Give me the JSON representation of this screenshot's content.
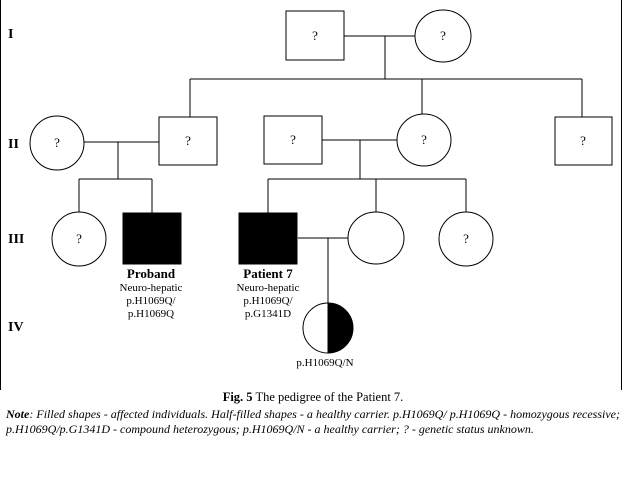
{
  "generations": [
    "I",
    "II",
    "III",
    "IV"
  ],
  "unknown_mark": "?",
  "individuals": {
    "proband": {
      "name": "Proband",
      "phenotype": "Neuro-hepatic",
      "genotype_line1": "p.H1069Q/",
      "genotype_line2": "p.H1069Q"
    },
    "patient7": {
      "name": "Patient 7",
      "phenotype": "Neuro-hepatic",
      "genotype_line1": "p.H1069Q/",
      "genotype_line2": "p.G1341D"
    },
    "child": {
      "genotype": "p.H1069Q/N"
    }
  },
  "caption": {
    "fig_label": "Fig. 5",
    "fig_text": " The pedigree of the Patient 7."
  },
  "note": {
    "label": "Note",
    "text": ": Filled shapes - affected individuals. Half-filled shapes - a healthy carrier. p.H1069Q/ p.H1069Q - homozygous recessive; p.H1069Q/p.G1341D - compound heterozygous; p.H1069Q/N - a healthy carrier; ? - genetic status unknown."
  }
}
